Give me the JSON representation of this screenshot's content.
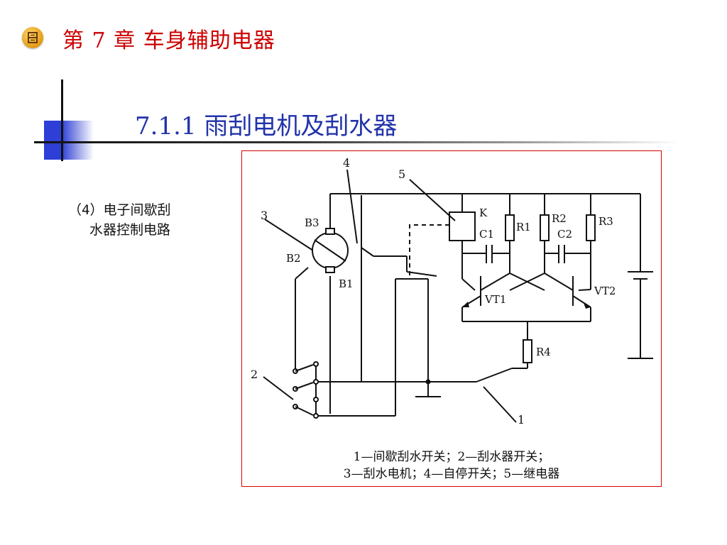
{
  "header": {
    "chapter_title": "第 7 章   车身辅助电器"
  },
  "section": {
    "title": "7.1.1 雨刮电机及刮水器"
  },
  "subtitle": {
    "line1": "（4）电子间歇刮",
    "line2": "水器控制电路"
  },
  "figure": {
    "callouts": [
      "1",
      "2",
      "3",
      "4",
      "5"
    ],
    "components": {
      "b3": "B3",
      "b2": "B2",
      "b1": "B1",
      "k": "K",
      "c1": "C1",
      "c2": "C2",
      "r1": "R1",
      "r2": "R2",
      "r3": "R3",
      "r4": "R4",
      "vt1": "VT1",
      "vt2": "VT2"
    },
    "caption_line1": "1—间歇刮水开关；2—刮水器开关；",
    "caption_line2": "3—刮水电机；4—自停开关；5—继电器"
  },
  "colors": {
    "chapter_title": "#cc0000",
    "section_title": "#2233aa",
    "frame_border": "#d80000"
  }
}
